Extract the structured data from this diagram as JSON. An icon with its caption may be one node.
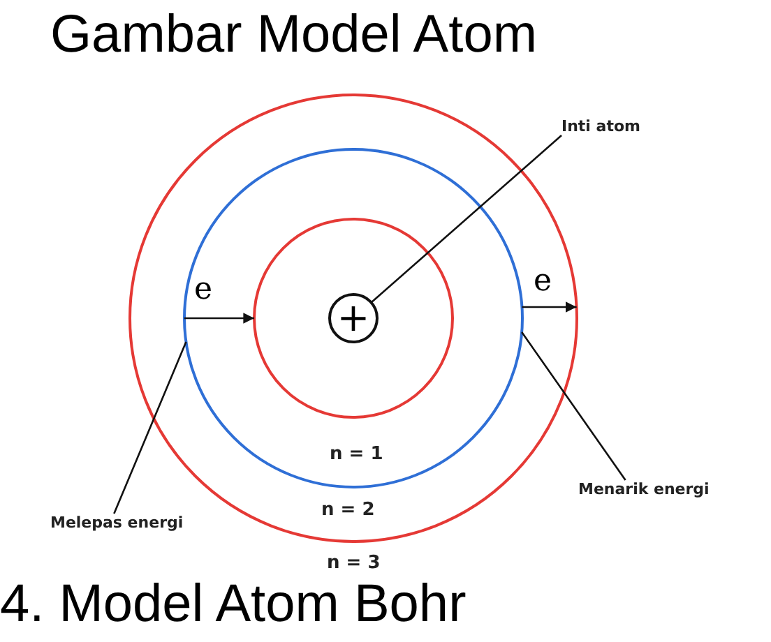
{
  "diagram": {
    "title": "Gambar Model Atom",
    "caption": "4. Model Atom Bohr",
    "nodes": [
      {
        "text": [],
        "shape": "circle"
      },
      {
        "text": [],
        "shape": "circle",
        "in": 0
      },
      {
        "text": [],
        "shape": "circle",
        "in": 1
      },
      {
        "text": [
          "+"
        ],
        "in": 2
      },
      {
        "text": [
          "Inti atom"
        ]
      },
      {
        "text": [
          "Melepas energi"
        ]
      },
      {
        "text": [
          "Menarik energi"
        ]
      }
    ],
    "edges": [
      {
        "from": 1,
        "to": 2,
        "arrow": "to",
        "label": "e"
      },
      {
        "from": 1,
        "to": 0,
        "arrow": "to",
        "label": "e"
      },
      {
        "from": 4,
        "to": 3,
        "arrow": "none"
      },
      {
        "from": 5,
        "to": 1,
        "arrow": "none"
      },
      {
        "from": 6,
        "to": 1,
        "arrow": "none"
      }
    ],
    "labels": [
      "n = 1",
      "n = 2",
      "n = 3"
    ]
  }
}
